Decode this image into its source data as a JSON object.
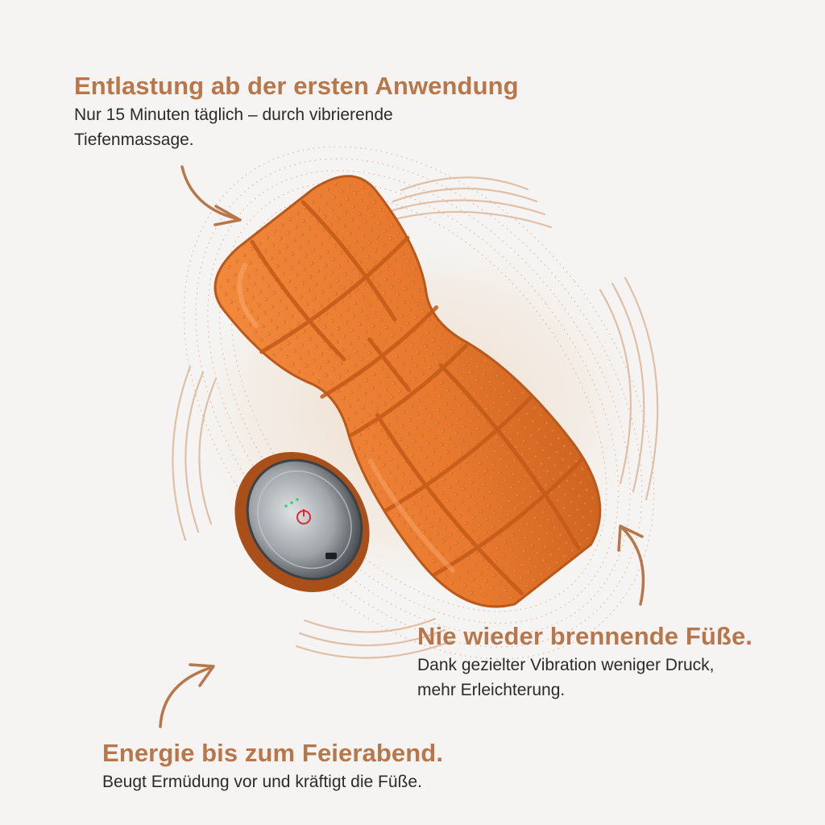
{
  "colors": {
    "accent": "#b8774b",
    "roller": "#e8792f",
    "roller_dark": "#c95f1c",
    "background": "#f5f4f2",
    "text": "#2b2b2b"
  },
  "callouts": [
    {
      "title": "Entlastung ab der ersten Anwendung",
      "text_line1": "Nur 15 Minuten täglich – durch vibrierende",
      "text_line2": "Tiefenmassage."
    },
    {
      "title": "Nie wieder brennende Füße.",
      "text_line1": "Dank gezielter Vibration weniger Druck,",
      "text_line2": "mehr Erleichterung."
    },
    {
      "title": "Energie bis zum Feierabend.",
      "text_line1": "Beugt Ermüdung vor und kräftigt die Füße.",
      "text_line2": ""
    }
  ],
  "icons": {
    "arrow": "curved-arrow-icon",
    "power": "power-button-icon",
    "port": "charging-port-icon"
  }
}
